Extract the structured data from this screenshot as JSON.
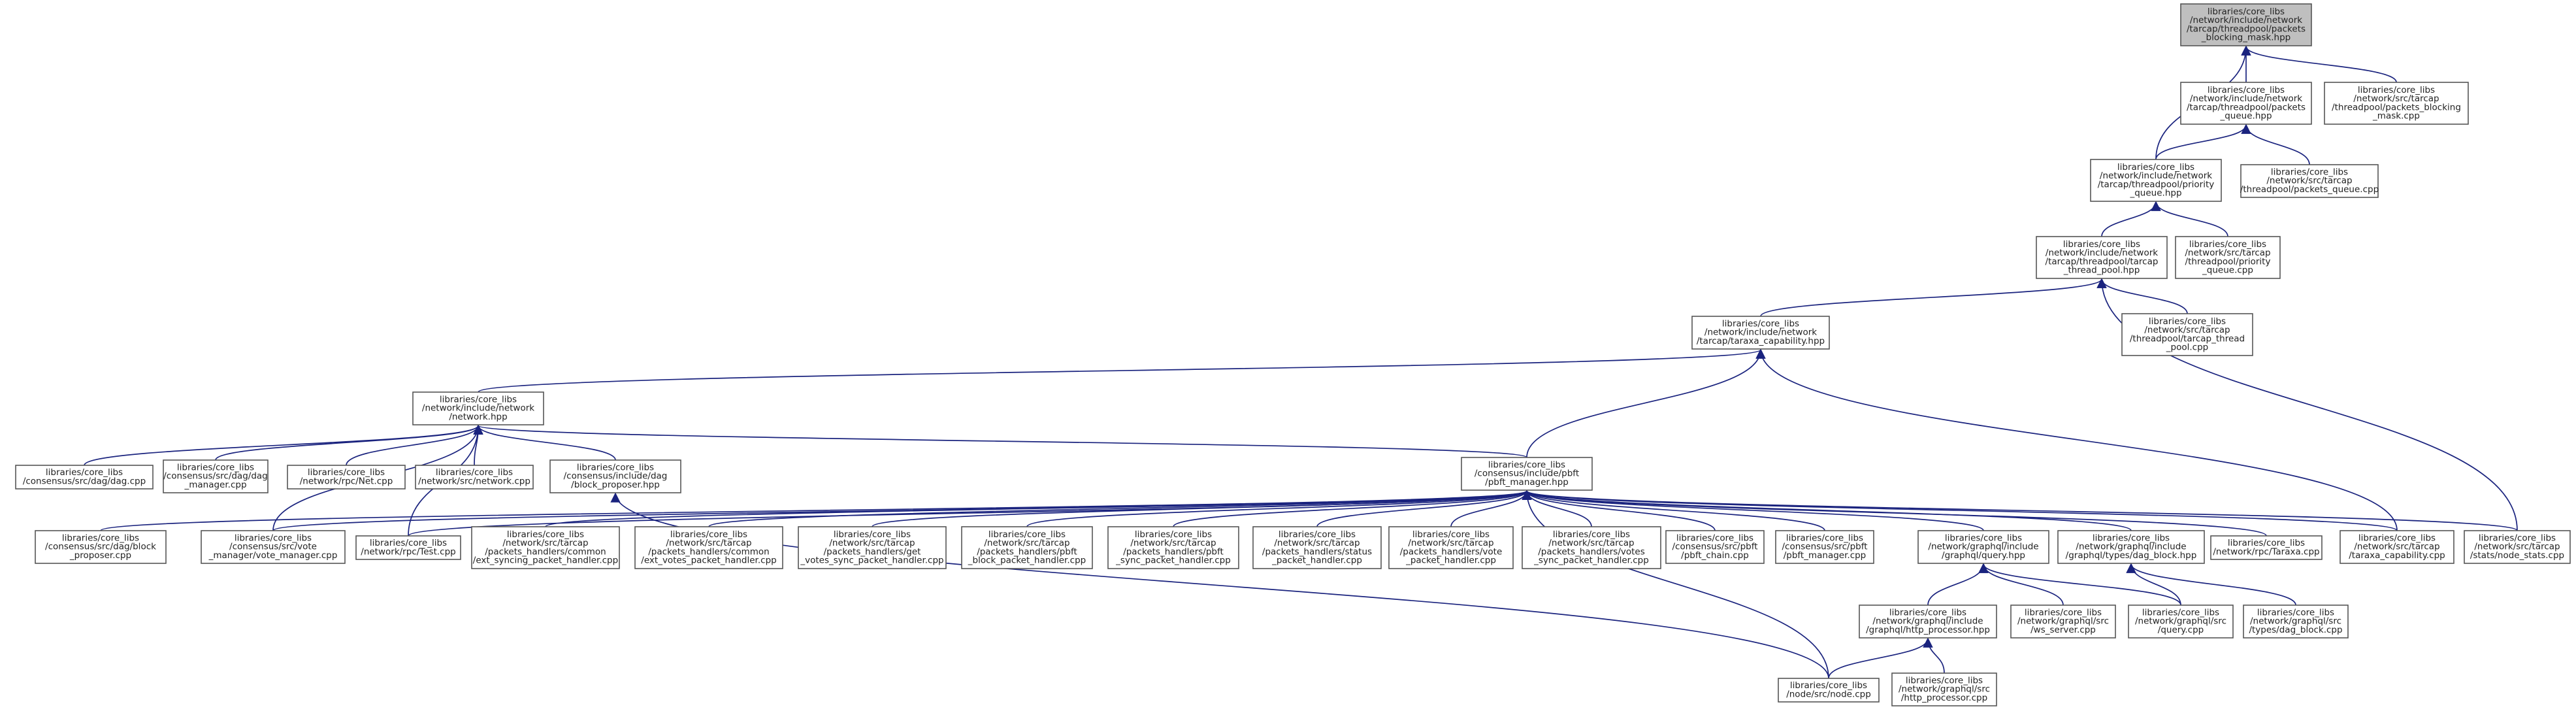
{
  "title": "",
  "colors": {
    "edge": "#1a237e",
    "box_border": "#555555",
    "root_fill": "#bfbfbf",
    "text": "#222222"
  },
  "nodes": [
    {
      "id": "root",
      "lines": [
        "libraries/core_libs",
        "/network/include/network",
        "/tarcap/threadpool/packets",
        "_blocking_mask.hpp"
      ]
    },
    {
      "id": "pq_hpp",
      "lines": [
        "libraries/core_libs",
        "/network/include/network",
        "/tarcap/threadpool/packets",
        "_queue.hpp"
      ]
    },
    {
      "id": "pbm_cpp",
      "lines": [
        "libraries/core_libs",
        "/network/src/tarcap",
        "/threadpool/packets_blocking",
        "_mask.cpp"
      ]
    },
    {
      "id": "prio_hpp",
      "lines": [
        "libraries/core_libs",
        "/network/include/network",
        "/tarcap/threadpool/priority",
        "_queue.hpp"
      ]
    },
    {
      "id": "pq_cpp",
      "lines": [
        "libraries/core_libs",
        "/network/src/tarcap",
        "/threadpool/packets_queue.cpp"
      ]
    },
    {
      "id": "tp_hpp",
      "lines": [
        "libraries/core_libs",
        "/network/include/network",
        "/tarcap/threadpool/tarcap",
        "_thread_pool.hpp"
      ]
    },
    {
      "id": "prio_cpp",
      "lines": [
        "libraries/core_libs",
        "/network/src/tarcap",
        "/threadpool/priority",
        "_queue.cpp"
      ]
    },
    {
      "id": "tp_cpp",
      "lines": [
        "libraries/core_libs",
        "/network/src/tarcap",
        "/threadpool/tarcap_thread",
        "_pool.cpp"
      ]
    },
    {
      "id": "cap_hpp",
      "lines": [
        "libraries/core_libs",
        "/network/include/network",
        "/tarcap/taraxa_capability.hpp"
      ]
    },
    {
      "id": "net_hpp",
      "lines": [
        "libraries/core_libs",
        "/network/include/network",
        "/network.hpp"
      ]
    },
    {
      "id": "pbft_hpp",
      "lines": [
        "libraries/core_libs",
        "/consensus/include/pbft",
        "/pbft_manager.hpp"
      ]
    },
    {
      "id": "dag_cpp",
      "lines": [
        "libraries/core_libs",
        "/consensus/src/dag/dag.cpp"
      ]
    },
    {
      "id": "dagm_cpp",
      "lines": [
        "libraries/core_libs",
        "/consensus/src/dag/dag",
        "_manager.cpp"
      ]
    },
    {
      "id": "rnet_cpp",
      "lines": [
        "libraries/core_libs",
        "/network/rpc/Net.cpp"
      ]
    },
    {
      "id": "snet_cpp",
      "lines": [
        "libraries/core_libs",
        "/network/src/network.cpp"
      ]
    },
    {
      "id": "bp_hpp",
      "lines": [
        "libraries/core_libs",
        "/consensus/include/dag",
        "/block_proposer.hpp"
      ]
    },
    {
      "id": "bp_cpp",
      "lines": [
        "libraries/core_libs",
        "/consensus/src/dag/block",
        "_proposer.cpp"
      ]
    },
    {
      "id": "vm_cpp",
      "lines": [
        "libraries/core_libs",
        "/consensus/src/vote",
        "_manager/vote_manager.cpp"
      ]
    },
    {
      "id": "test_cpp",
      "lines": [
        "libraries/core_libs",
        "/network/rpc/Test.cpp"
      ]
    },
    {
      "id": "ext_sync",
      "lines": [
        "libraries/core_libs",
        "/network/src/tarcap",
        "/packets_handlers/common",
        "/ext_syncing_packet_handler.cpp"
      ]
    },
    {
      "id": "ext_votes",
      "lines": [
        "libraries/core_libs",
        "/network/src/tarcap",
        "/packets_handlers/common",
        "/ext_votes_packet_handler.cpp"
      ]
    },
    {
      "id": "get_votes",
      "lines": [
        "libraries/core_libs",
        "/network/src/tarcap",
        "/packets_handlers/get",
        "_votes_sync_packet_handler.cpp"
      ]
    },
    {
      "id": "pbft_block",
      "lines": [
        "libraries/core_libs",
        "/network/src/tarcap",
        "/packets_handlers/pbft",
        "_block_packet_handler.cpp"
      ]
    },
    {
      "id": "pbft_sync",
      "lines": [
        "libraries/core_libs",
        "/network/src/tarcap",
        "/packets_handlers/pbft",
        "_sync_packet_handler.cpp"
      ]
    },
    {
      "id": "status",
      "lines": [
        "libraries/core_libs",
        "/network/src/tarcap",
        "/packets_handlers/status",
        "_packet_handler.cpp"
      ]
    },
    {
      "id": "vote",
      "lines": [
        "libraries/core_libs",
        "/network/src/tarcap",
        "/packets_handlers/vote",
        "_packet_handler.cpp"
      ]
    },
    {
      "id": "votes_sync",
      "lines": [
        "libraries/core_libs",
        "/network/src/tarcap",
        "/packets_handlers/votes",
        "_sync_packet_handler.cpp"
      ]
    },
    {
      "id": "pbft_chain",
      "lines": [
        "libraries/core_libs",
        "/consensus/src/pbft",
        "/pbft_chain.cpp"
      ]
    },
    {
      "id": "pbft_mgr_cpp",
      "lines": [
        "libraries/core_libs",
        "/consensus/src/pbft",
        "/pbft_manager.cpp"
      ]
    },
    {
      "id": "query_hpp",
      "lines": [
        "libraries/core_libs",
        "/network/graphql/include",
        "/graphql/query.hpp"
      ]
    },
    {
      "id": "dagblk_hpp",
      "lines": [
        "libraries/core_libs",
        "/network/graphql/include",
        "/graphql/types/dag_block.hpp"
      ]
    },
    {
      "id": "taraxa_cpp",
      "lines": [
        "libraries/core_libs",
        "/network/rpc/Taraxa.cpp"
      ]
    },
    {
      "id": "cap_cpp",
      "lines": [
        "libraries/core_libs",
        "/network/src/tarcap",
        "/taraxa_capability.cpp"
      ]
    },
    {
      "id": "stats_cpp",
      "lines": [
        "libraries/core_libs",
        "/network/src/tarcap",
        "/stats/node_stats.cpp"
      ]
    },
    {
      "id": "http_hpp",
      "lines": [
        "libraries/core_libs",
        "/network/graphql/include",
        "/graphql/http_processor.hpp"
      ]
    },
    {
      "id": "ws_cpp",
      "lines": [
        "libraries/core_libs",
        "/network/graphql/src",
        "/ws_server.cpp"
      ]
    },
    {
      "id": "query_cpp",
      "lines": [
        "libraries/core_libs",
        "/network/graphql/src",
        "/query.cpp"
      ]
    },
    {
      "id": "dagblk_cpp",
      "lines": [
        "libraries/core_libs",
        "/network/graphql/src",
        "/types/dag_block.cpp"
      ]
    },
    {
      "id": "node_cpp",
      "lines": [
        "libraries/core_libs",
        "/node/src/node.cpp"
      ]
    },
    {
      "id": "http_cpp",
      "lines": [
        "libraries/core_libs",
        "/network/graphql/src",
        "/http_processor.cpp"
      ]
    }
  ],
  "edges": [
    [
      "root",
      "pq_hpp"
    ],
    [
      "root",
      "pbm_cpp"
    ],
    [
      "root",
      "prio_hpp"
    ],
    [
      "pq_hpp",
      "prio_hpp"
    ],
    [
      "pq_hpp",
      "pq_cpp"
    ],
    [
      "prio_hpp",
      "tp_hpp"
    ],
    [
      "prio_hpp",
      "prio_cpp"
    ],
    [
      "tp_hpp",
      "cap_hpp"
    ],
    [
      "tp_hpp",
      "tp_cpp"
    ],
    [
      "tp_hpp",
      "stats_cpp"
    ],
    [
      "cap_hpp",
      "net_hpp"
    ],
    [
      "cap_hpp",
      "pbft_hpp"
    ],
    [
      "cap_hpp",
      "cap_cpp"
    ],
    [
      "net_hpp",
      "dag_cpp"
    ],
    [
      "net_hpp",
      "dagm_cpp"
    ],
    [
      "net_hpp",
      "rnet_cpp"
    ],
    [
      "net_hpp",
      "snet_cpp"
    ],
    [
      "net_hpp",
      "bp_hpp"
    ],
    [
      "net_hpp",
      "pbft_hpp"
    ],
    [
      "net_hpp",
      "vm_cpp"
    ],
    [
      "net_hpp",
      "test_cpp"
    ],
    [
      "bp_hpp",
      "node_cpp"
    ],
    [
      "pbft_hpp",
      "bp_cpp"
    ],
    [
      "pbft_hpp",
      "vm_cpp"
    ],
    [
      "pbft_hpp",
      "test_cpp"
    ],
    [
      "pbft_hpp",
      "ext_sync"
    ],
    [
      "pbft_hpp",
      "ext_votes"
    ],
    [
      "pbft_hpp",
      "get_votes"
    ],
    [
      "pbft_hpp",
      "pbft_block"
    ],
    [
      "pbft_hpp",
      "pbft_sync"
    ],
    [
      "pbft_hpp",
      "status"
    ],
    [
      "pbft_hpp",
      "vote"
    ],
    [
      "pbft_hpp",
      "votes_sync"
    ],
    [
      "pbft_hpp",
      "pbft_chain"
    ],
    [
      "pbft_hpp",
      "pbft_mgr_cpp"
    ],
    [
      "pbft_hpp",
      "query_hpp"
    ],
    [
      "pbft_hpp",
      "dagblk_hpp"
    ],
    [
      "pbft_hpp",
      "taraxa_cpp"
    ],
    [
      "pbft_hpp",
      "cap_cpp"
    ],
    [
      "pbft_hpp",
      "stats_cpp"
    ],
    [
      "pbft_hpp",
      "node_cpp"
    ],
    [
      "query_hpp",
      "http_hpp"
    ],
    [
      "query_hpp",
      "ws_cpp"
    ],
    [
      "query_hpp",
      "query_cpp"
    ],
    [
      "dagblk_hpp",
      "query_cpp"
    ],
    [
      "dagblk_hpp",
      "dagblk_cpp"
    ],
    [
      "http_hpp",
      "node_cpp"
    ],
    [
      "http_hpp",
      "http_cpp"
    ]
  ]
}
